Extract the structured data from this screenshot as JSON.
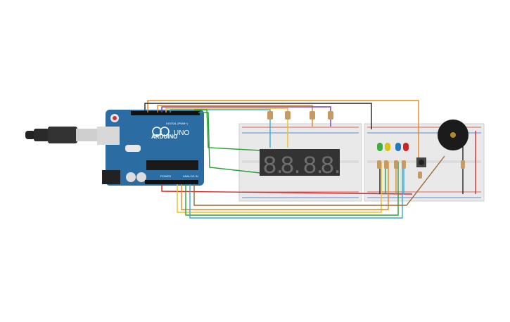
{
  "arduino": {
    "logo_text": "ARDUINO",
    "model": "UNO",
    "digital_label": "DIGITAL (PWM~)",
    "power_label": "POWER",
    "analog_label": "ANALOG IN"
  },
  "display": {
    "digits": [
      "8.",
      "8.",
      "8.",
      "8."
    ]
  },
  "colors": {
    "board": "#2b6da3",
    "breadboard": "#e9e9e9",
    "rail_red": "#d33",
    "rail_blue": "#3468c7",
    "wire_orange": "#e08a1e",
    "wire_black": "#222222",
    "wire_green": "#2e9e3a",
    "wire_yellow": "#e7c21c",
    "wire_purple": "#7a3fb0",
    "wire_cyan": "#3aa9d6",
    "wire_red": "#d42a2a",
    "wire_brown": "#9a6a35",
    "led_green": "#3fae3f",
    "led_yellow": "#d8c21a",
    "led_blue": "#2b78c2",
    "led_red": "#cc2525"
  }
}
